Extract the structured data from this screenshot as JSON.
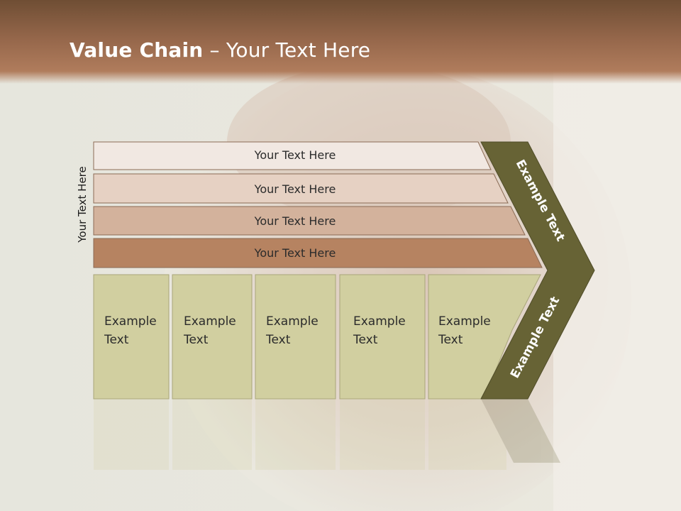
{
  "title": {
    "bold": "Value Chain",
    "rest": " – Your Text Here"
  },
  "side_label": "Your Text Here",
  "rows": [
    {
      "label": "Your Text Here",
      "fill": "#f1e8e2"
    },
    {
      "label": "Your Text Here",
      "fill": "#e6d1c3"
    },
    {
      "label": "Your Text Here",
      "fill": "#d3b29c"
    },
    {
      "label": "Your Text Here",
      "fill": "#b68361"
    }
  ],
  "columns": [
    {
      "line1": "Example",
      "line2": "Text"
    },
    {
      "line1": "Example",
      "line2": "Text"
    },
    {
      "line1": "Example",
      "line2": "Text"
    },
    {
      "line1": "Example",
      "line2": "Text"
    },
    {
      "line1": "Example",
      "line2": "Text"
    }
  ],
  "arrow": {
    "upper": "Example Text",
    "lower": "Example Text"
  },
  "colors": {
    "box_fill": "#d1cfa0",
    "arrow_fill": "#676335",
    "row_stroke": "#8b6b55"
  }
}
